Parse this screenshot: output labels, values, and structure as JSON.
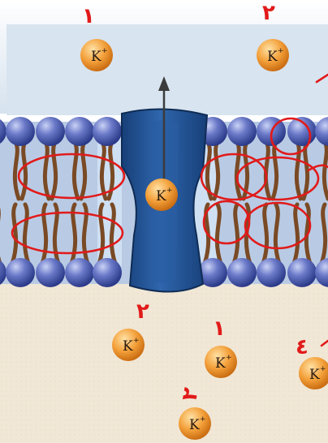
{
  "figure": {
    "ion_symbol": "K",
    "ion_charge": "+",
    "handwritten_marks": [
      "١",
      "٢",
      "٢",
      "١",
      "٢",
      "٤"
    ]
  },
  "colors": {
    "extracellular": "#dce7f0",
    "intracellular": "#f1e6d4",
    "membrane_core": "#b7c9e3",
    "lipid_head": "#4f5fb5",
    "lipid_tail": "#7a4a25",
    "channel_protein": "#1f4e8c",
    "potassium_ion": "#f09a2e",
    "annotation_red": "#e11a1a"
  }
}
